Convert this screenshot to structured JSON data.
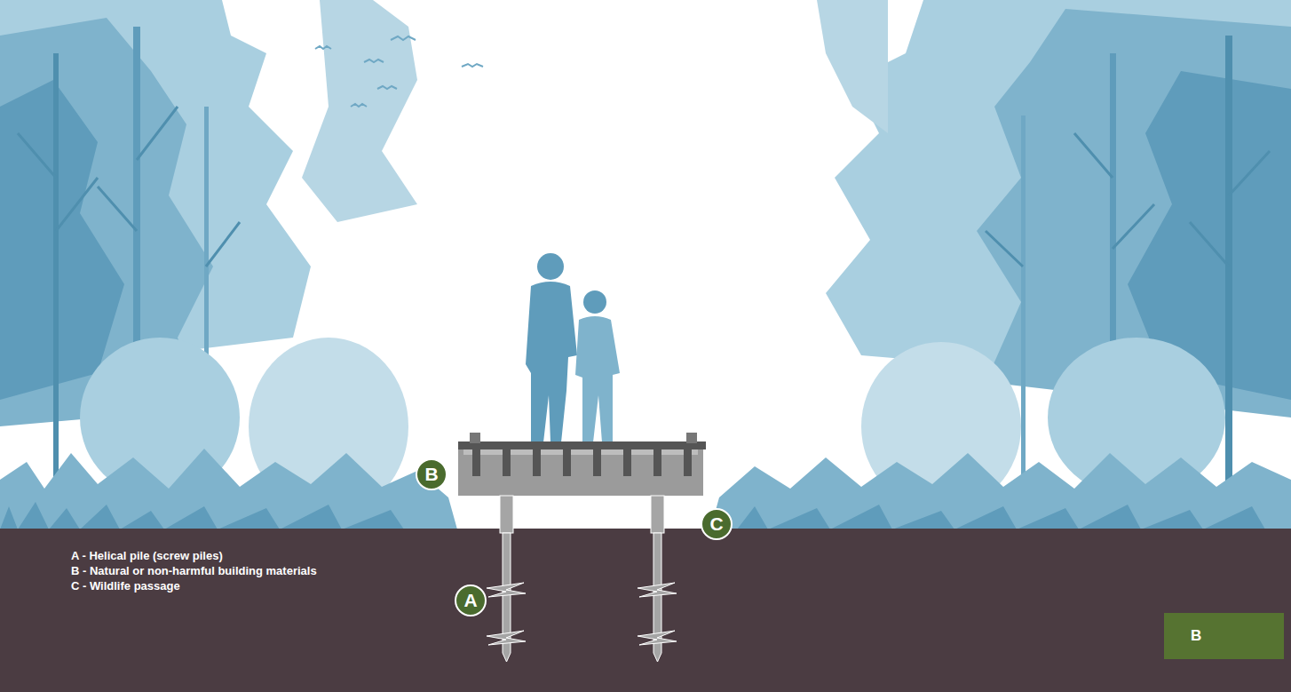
{
  "diagram": {
    "nodes": [
      {
        "text": [
          "B"
        ]
      },
      {
        "text": [
          "C"
        ]
      },
      {
        "text": [
          "A"
        ]
      },
      {
        "text": [
          "B"
        ]
      }
    ],
    "labels": [
      "A - Helical pile (screw piles)",
      "B - Natural or non-harmful building materials",
      "C - Wildlife passage"
    ]
  }
}
